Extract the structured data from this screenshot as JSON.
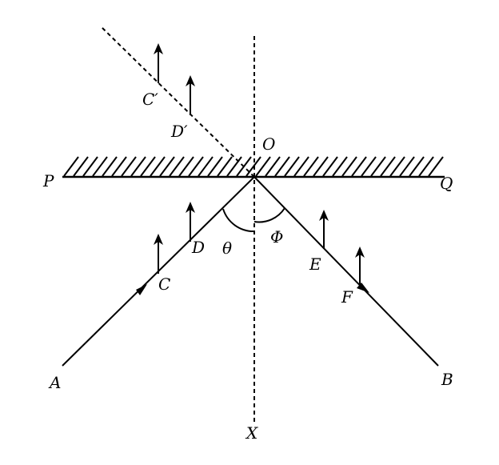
{
  "diagram": {
    "stroke_color": "#000000",
    "background_color": "#ffffff",
    "labels": {
      "O": "O",
      "P": "P",
      "Q": "Q",
      "A": "A",
      "B": "B",
      "C": "C",
      "D": "D",
      "E": "E",
      "F": "F",
      "X": "X",
      "C_prime": "C′",
      "D_prime": "D′",
      "theta": "θ",
      "phi": "Φ"
    }
  }
}
